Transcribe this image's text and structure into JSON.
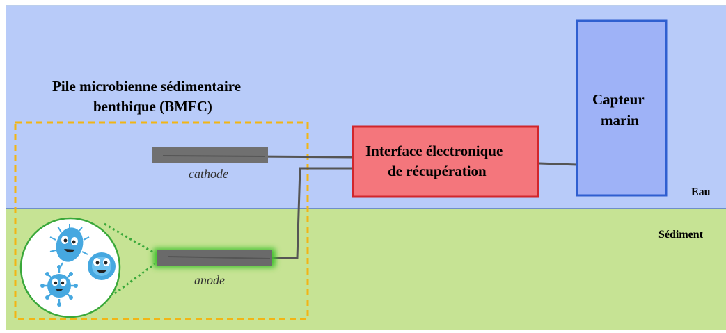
{
  "diagram": {
    "title_line1": "Pile microbienne sédimentaire",
    "title_line2": "benthique (BMFC)",
    "cathode_label": "cathode",
    "anode_label": "anode",
    "interface_line1": "Interface électronique",
    "interface_line2": "de récupération",
    "sensor_line1": "Capteur",
    "sensor_line2": "marin",
    "water_label": "Eau",
    "sediment_label": "Sédiment"
  },
  "colors": {
    "water": "#b8cbf9",
    "sediment": "#c6e394",
    "bmfc_border": "#f2b514",
    "interface_fill": "#f4767c",
    "interface_border": "#d1262c",
    "sensor_fill": "#9eb2f7",
    "sensor_border": "#2f5fd0",
    "electrode": "#6d6d6d",
    "wire": "#555555",
    "microbe": "#46a8e0",
    "anode_glow": "#43c12f"
  }
}
